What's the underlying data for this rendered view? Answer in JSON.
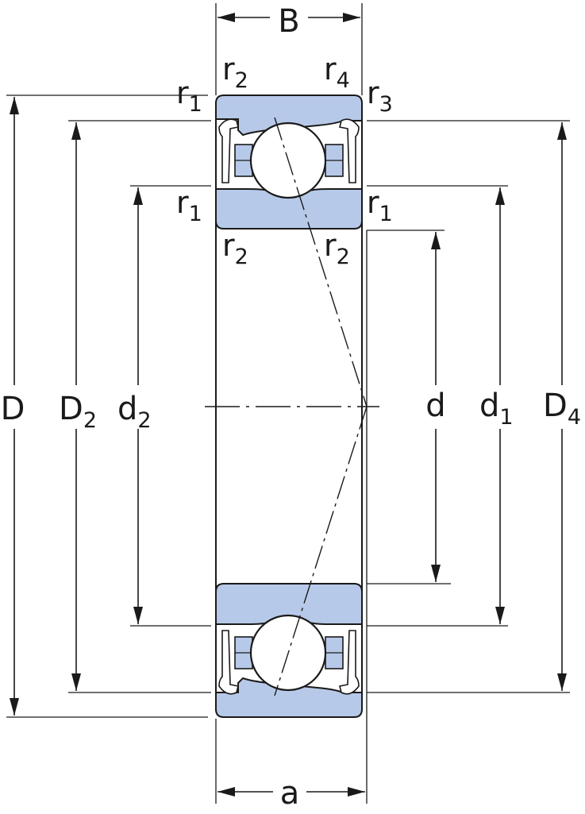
{
  "labels": {
    "B": "B",
    "a": "a",
    "D": "D",
    "D2_main": "D",
    "D2_sub": "2",
    "d2_main": "d",
    "d2_sub": "2",
    "d": "d",
    "d1_main": "d",
    "d1_sub": "1",
    "D4_main": "D",
    "D4_sub": "4",
    "r": "r",
    "sub1": "1",
    "sub2": "2",
    "sub3": "3",
    "sub4": "4"
  },
  "colors": {
    "ring_fill": "#b7c9e8",
    "line": "#1a1a1a",
    "background": "#ffffff"
  }
}
